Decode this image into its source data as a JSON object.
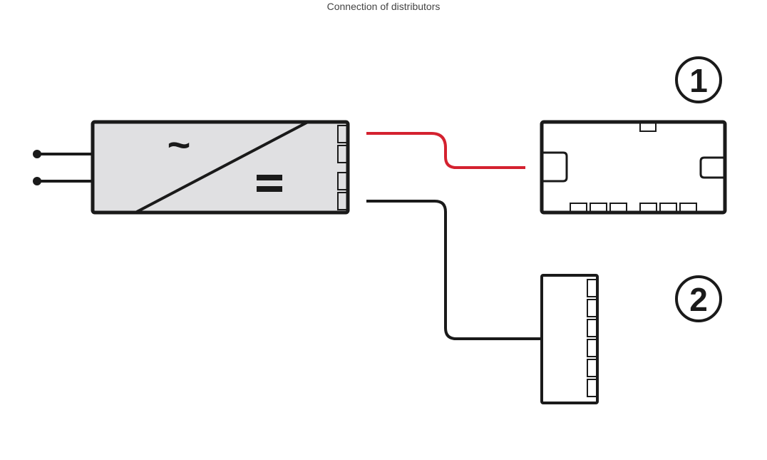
{
  "caption": "Connection of distributors",
  "power_supply": {
    "ac_symbol": "~",
    "dc_symbol": "="
  },
  "distributors": [
    {
      "label": "1"
    },
    {
      "label": "2"
    }
  ],
  "colors": {
    "positive_wire": "#d4212f",
    "negative_wire": "#1a1a1a",
    "supply_fill": "#e0e0e2",
    "outline": "#1a1a1a"
  }
}
